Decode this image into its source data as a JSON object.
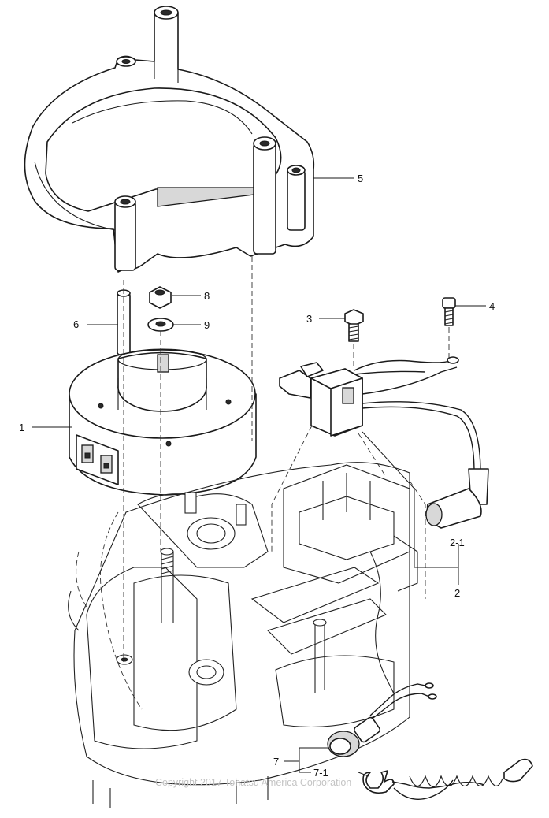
{
  "callouts": {
    "c1": "1",
    "c2": "2",
    "c2_1": "2-1",
    "c3": "3",
    "c4": "4",
    "c5": "5",
    "c6": "6",
    "c7": "7",
    "c7_1": "7-1",
    "c8": "8",
    "c9": "9"
  },
  "copyright": "Copyright 2017 Tohatsu America Corporation"
}
